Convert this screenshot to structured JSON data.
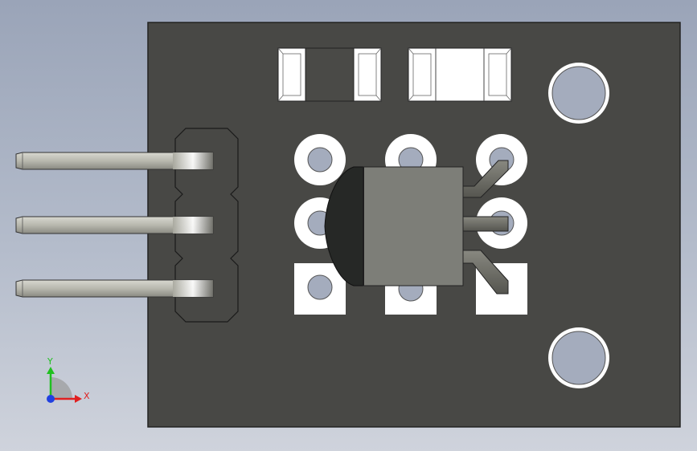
{
  "viewport": {
    "background_top": "#9aa4b8",
    "background_bottom": "#cfd3dc"
  },
  "board": {
    "color": "#484845",
    "edge_color": "#222222"
  },
  "components": {
    "resistor_smd": {
      "name": "smd-resistor"
    },
    "capacitor_smd": {
      "name": "smd-capacitor"
    },
    "transistor": {
      "name": "to92-sensor",
      "body_color": "#7d7e78"
    },
    "pin_header": {
      "name": "pin-header-3",
      "pin_count": 3
    },
    "mounting_holes": [
      {
        "name": "mounting-hole-top"
      },
      {
        "name": "mounting-hole-bottom"
      }
    ],
    "pads": {
      "round_count": 5,
      "square_count": 3
    }
  },
  "triad": {
    "x_label": "X",
    "y_label": "Y",
    "x_color": "#e02020",
    "y_color": "#20c020",
    "z_color": "#2040e0"
  }
}
